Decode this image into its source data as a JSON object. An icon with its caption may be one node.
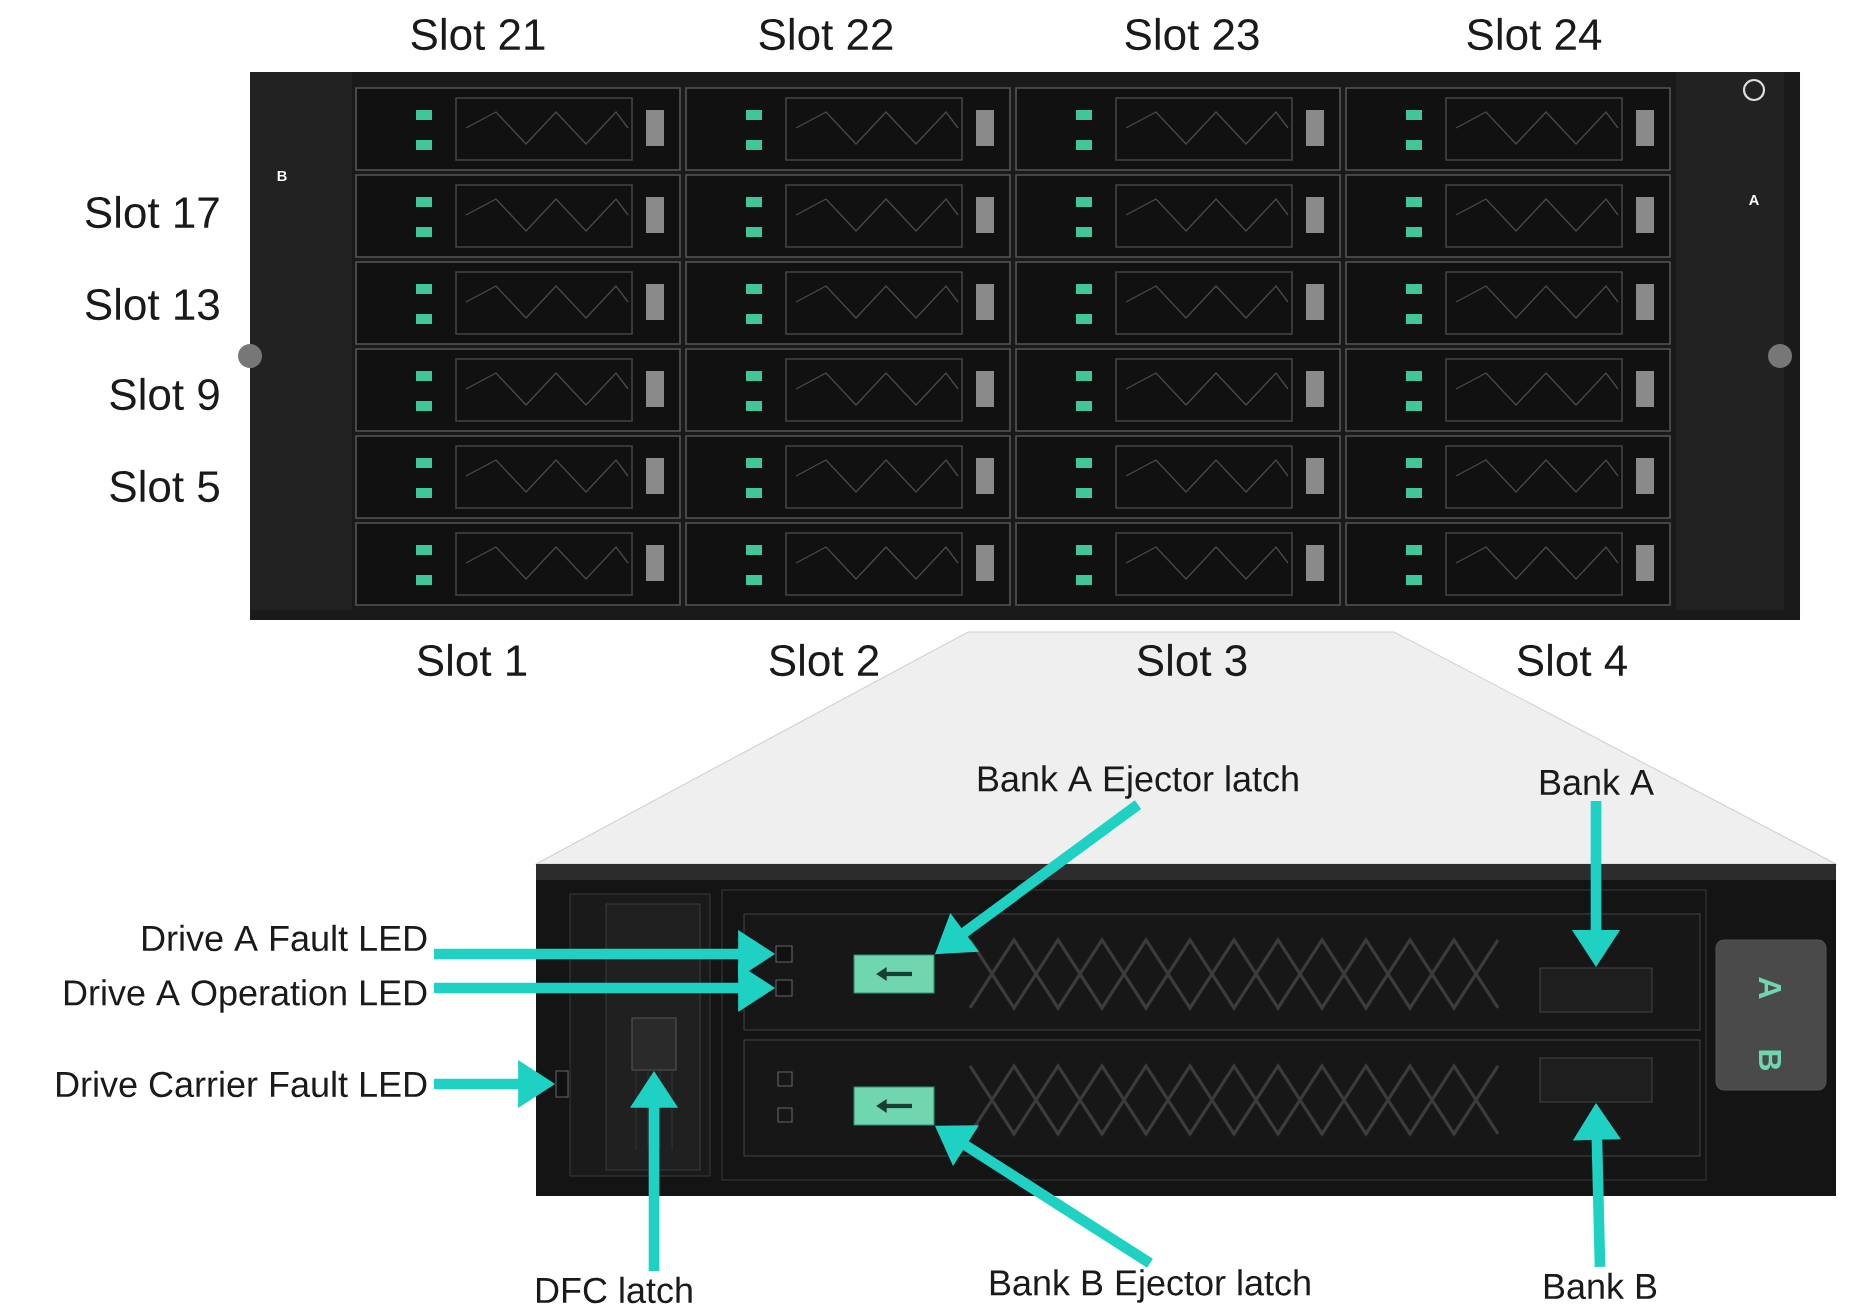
{
  "diagram": {
    "nodes": [
      {
        "text": [
          "Bank A Ejector latch"
        ]
      },
      {
        "text": [
          "Bank A"
        ]
      },
      {
        "text": [
          "Drive A Fault  LED"
        ]
      },
      {
        "text": [
          "Drive A Operation LED"
        ]
      },
      {
        "text": [
          "Drive Carrier Fault LED"
        ]
      },
      {
        "text": [
          "DFC latch"
        ]
      },
      {
        "text": [
          "Bank B Ejector latch"
        ]
      },
      {
        "text": [
          "Bank B"
        ]
      },
      {
        "text": [],
        "shape": "box"
      },
      {
        "text": [],
        "shape": "box"
      },
      {
        "text": [],
        "shape": "box"
      },
      {
        "text": [],
        "shape": "box"
      },
      {
        "text": [],
        "shape": "box"
      },
      {
        "text": [],
        "shape": "box"
      },
      {
        "text": [],
        "shape": "box"
      },
      {
        "text": [],
        "shape": "box"
      }
    ],
    "edges": [
      {
        "from": 0,
        "to": 12,
        "arrow": "to"
      },
      {
        "from": 1,
        "to": 13,
        "arrow": "to"
      },
      {
        "from": 2,
        "to": 8,
        "arrow": "to"
      },
      {
        "from": 3,
        "to": 9,
        "arrow": "to"
      },
      {
        "from": 4,
        "to": 10,
        "arrow": "to"
      },
      {
        "from": 5,
        "to": 11,
        "arrow": "to"
      },
      {
        "from": 6,
        "to": 14,
        "arrow": "to"
      },
      {
        "from": 7,
        "to": 15,
        "arrow": "to"
      }
    ],
    "labels": [
      "Slot 21",
      "Slot 22",
      "Slot 23",
      "Slot 24",
      "B",
      "A",
      "Slot 17",
      "Slot 13",
      "Slot 9",
      "Slot 5",
      "Slot 1",
      "Slot 2",
      "Slot 3",
      "Slot 4",
      "A",
      "B"
    ]
  }
}
